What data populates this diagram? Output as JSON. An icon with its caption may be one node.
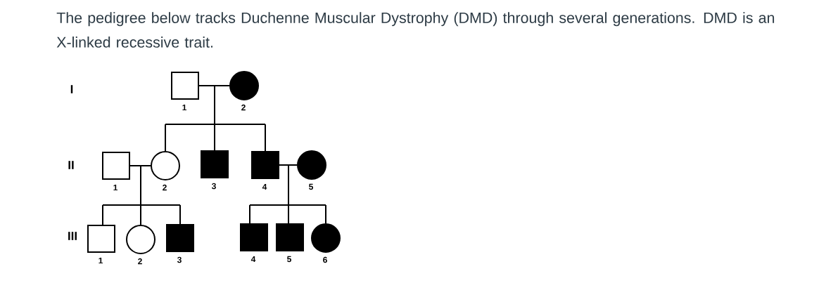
{
  "diagram": {
    "title": "The pedigree below tracks Duchenne Muscular Dystrophy (DMD) through several generations. DMD is an X-linked recessive trait.",
    "nodes": [
      {
        "text": [],
        "shape": "box",
        "beside": [
          "1"
        ]
      },
      {
        "text": [],
        "shape": "disc",
        "beside": [
          "2"
        ]
      },
      {
        "text": [],
        "shape": "box",
        "beside": [
          "1"
        ]
      },
      {
        "text": [],
        "shape": "circle",
        "beside": [
          "2"
        ]
      },
      {
        "text": [],
        "shape": "block",
        "beside": [
          "3"
        ]
      },
      {
        "text": [],
        "shape": "block",
        "beside": [
          "4"
        ]
      },
      {
        "text": [],
        "shape": "disc",
        "beside": [
          "5"
        ]
      },
      {
        "text": [],
        "shape": "box",
        "beside": [
          "1"
        ]
      },
      {
        "text": [],
        "shape": "circle",
        "beside": [
          "2"
        ]
      },
      {
        "text": [],
        "shape": "block",
        "beside": [
          "3"
        ]
      },
      {
        "text": [],
        "shape": "block",
        "beside": [
          "4"
        ]
      },
      {
        "text": [],
        "shape": "block",
        "beside": [
          "5"
        ]
      },
      {
        "text": [],
        "shape": "disc",
        "beside": [
          "6"
        ]
      }
    ],
    "edges": [
      {
        "from": 0,
        "to": 1,
        "arrow": "none"
      },
      {
        "from": 0,
        "to": 3,
        "arrow": "none"
      },
      {
        "from": 1,
        "to": 3,
        "arrow": "none"
      },
      {
        "from": 0,
        "to": 4,
        "arrow": "none"
      },
      {
        "from": 1,
        "to": 4,
        "arrow": "none"
      },
      {
        "from": 0,
        "to": 5,
        "arrow": "none"
      },
      {
        "from": 1,
        "to": 5,
        "arrow": "none"
      },
      {
        "from": 2,
        "to": 3,
        "arrow": "none"
      },
      {
        "from": 2,
        "to": 7,
        "arrow": "none"
      },
      {
        "from": 3,
        "to": 7,
        "arrow": "none"
      },
      {
        "from": 2,
        "to": 8,
        "arrow": "none"
      },
      {
        "from": 3,
        "to": 8,
        "arrow": "none"
      },
      {
        "from": 2,
        "to": 9,
        "arrow": "none"
      },
      {
        "from": 3,
        "to": 9,
        "arrow": "none"
      },
      {
        "from": 5,
        "to": 6,
        "arrow": "none"
      },
      {
        "from": 5,
        "to": 10,
        "arrow": "none"
      },
      {
        "from": 6,
        "to": 10,
        "arrow": "none"
      },
      {
        "from": 5,
        "to": 11,
        "arrow": "none"
      },
      {
        "from": 6,
        "to": 11,
        "arrow": "none"
      },
      {
        "from": 5,
        "to": 12,
        "arrow": "none"
      },
      {
        "from": 6,
        "to": 12,
        "arrow": "none"
      }
    ],
    "labels": [
      "I",
      "II",
      "III"
    ]
  }
}
